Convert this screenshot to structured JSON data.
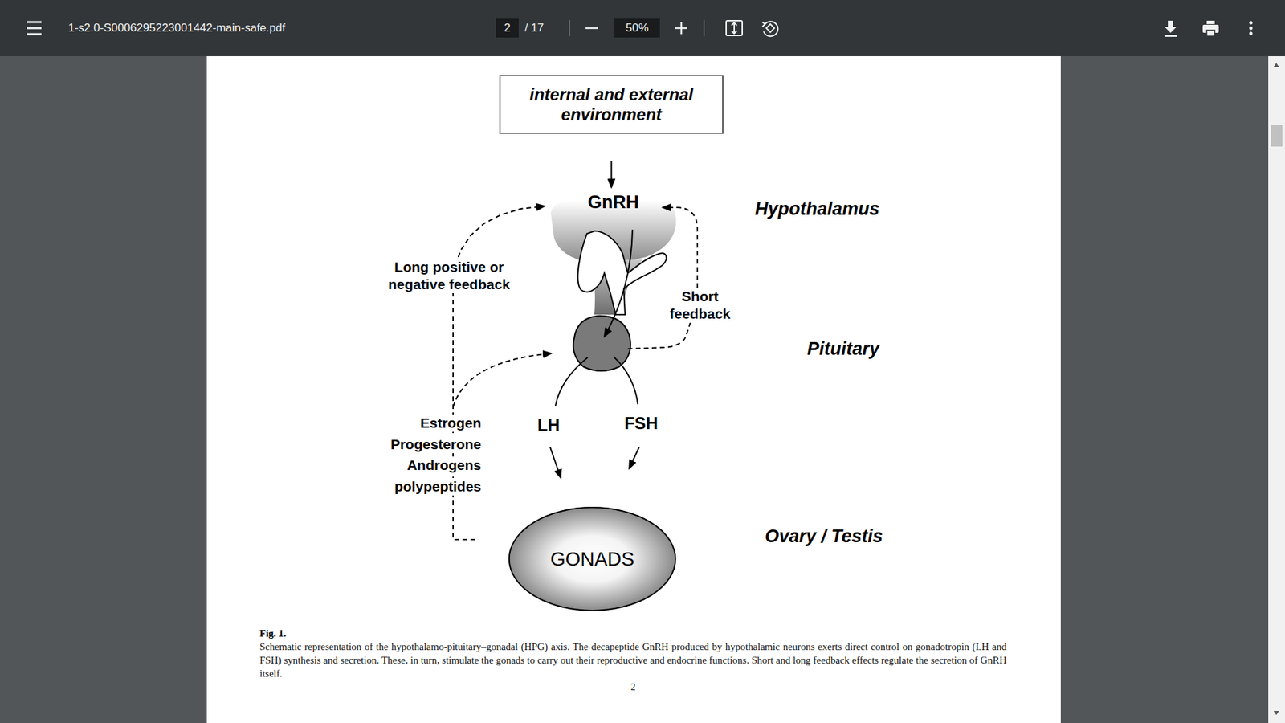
{
  "diagram": {
    "caption": "Schematic representation of the hypothalamo-pituitary–gonadal (HPG) axis. The decapeptide GnRH produced by hypothalamic neurons exerts direct control on gonadotropin (LH and FSH) synthesis and secretion. These, in turn, stimulate the gonads to carry out their reproductive and endocrine functions. Short and long feedback effects regulate the secretion of GnRH itself.",
    "nodes": [
      {
        "text": [
          "internal and external environment"
        ]
      },
      {
        "text": [
          "GnRH"
        ]
      },
      {
        "text": [
          "GONADS"
        ]
      }
    ],
    "edges": [
      {
        "from": 0,
        "to": 1,
        "arrow": "to"
      },
      {
        "from": 2,
        "to": 1,
        "arrow": "to"
      }
    ],
    "labels": [
      "1-s2.0-S0006295223001442-main-safe.pdf",
      "2",
      "/ 17",
      "50%",
      "Hypothalamus",
      "Long positive or negative feedback",
      "Short feedback",
      "Pituitary",
      "Estrogen",
      "Progesterone",
      "Androgens",
      "polypeptides",
      "LH",
      "FSH",
      "Ovary / Testis",
      "Fig. 1.",
      "2"
    ]
  }
}
